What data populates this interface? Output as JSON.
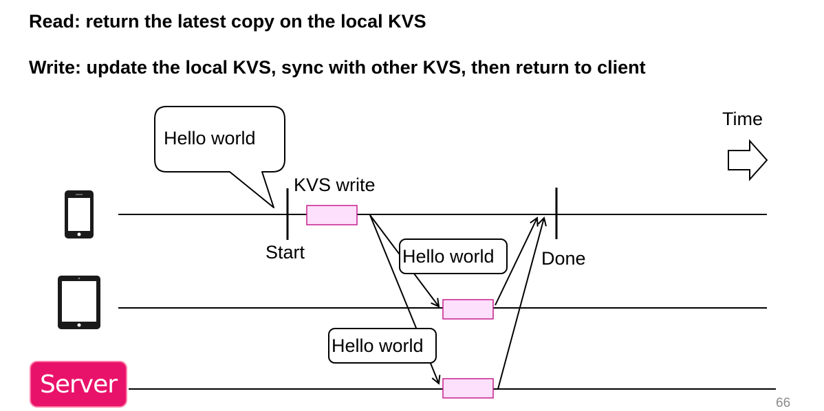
{
  "headings": {
    "read": "Read: return the latest copy on the local KVS",
    "write": "Write: update the local KVS, sync with other KVS, then return to client"
  },
  "diagram": {
    "time_label": "Time",
    "bubble_main": "Hello world",
    "kvs_write_label": "KVS write",
    "start_label": "Start",
    "done_label": "Done",
    "bubble_tablet": "Hello world",
    "bubble_server": "Hello world",
    "server_label": "Server",
    "devices": [
      "phone-icon",
      "tablet-icon",
      "server-badge"
    ],
    "colors": {
      "write_box_fill": "#fde0fb",
      "write_box_stroke": "#c51d8e",
      "server_badge": "#e9126a"
    }
  },
  "page_number": "66"
}
